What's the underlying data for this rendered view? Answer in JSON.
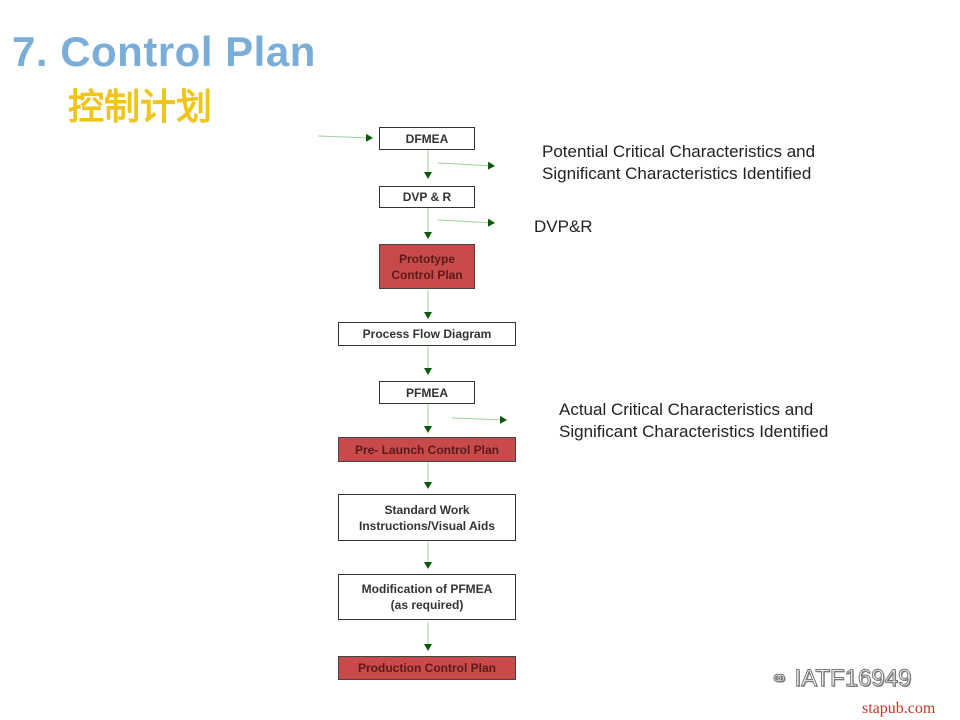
{
  "title": "7. Control Plan",
  "subtitle": "控制计划",
  "flow": {
    "dfmea": "DFMEA",
    "dvpr": "DVP & R",
    "prototype": "Prototype\nControl Plan",
    "process_flow": "Process  Flow Diagram",
    "pfmea": "PFMEA",
    "prelaunch": "Pre- Launch Control Plan",
    "standard_work": "Standard Work\nInstructions/Visual  Aids",
    "modification": "Modification of PFMEA\n(as required)",
    "production": "Production Control Plan"
  },
  "notes": {
    "potential": "Potential Critical Characteristics and\nSignificant Characteristics Identified",
    "dvpr": "DVP&R",
    "actual": "Actual Critical Characteristics and\nSignificant Characteristics Identified"
  },
  "watermark": {
    "logo": "IATF16949",
    "site": "stapub.com"
  },
  "colors": {
    "title": "#7aaed9",
    "subtitle": "#f0c419",
    "red_box": "#c94a4a",
    "arrow_line": "#9fd39f",
    "arrow_head": "#0a5a0a"
  }
}
